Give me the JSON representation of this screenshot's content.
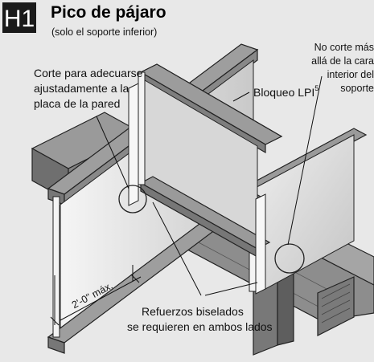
{
  "badge": "H1",
  "title": "Pico de pájaro",
  "subtitle": "(solo el soporte inferior)",
  "labels": {
    "cut": [
      "Corte para adecuarse",
      "ajustadamente a la",
      "placa de la pared"
    ],
    "no_cut": [
      "No corte más",
      "allá de la cara",
      "interior del",
      "soporte"
    ],
    "blocking": "Bloqueo LPI",
    "blocking_sup": "5",
    "dimension": "2'-0\" máx.",
    "stiffeners": [
      "Refuerzos biselados",
      "se requieren en ambos lados"
    ]
  },
  "colors": {
    "background": "#e8e8e8",
    "badge": "#1a1a1a",
    "wood_top": "#9a9a9a",
    "wood_side": "#7d7d7d",
    "wood_dark": "#5e5e5e",
    "web": "#d2d2d2",
    "web_light": "#f2f2f2"
  }
}
